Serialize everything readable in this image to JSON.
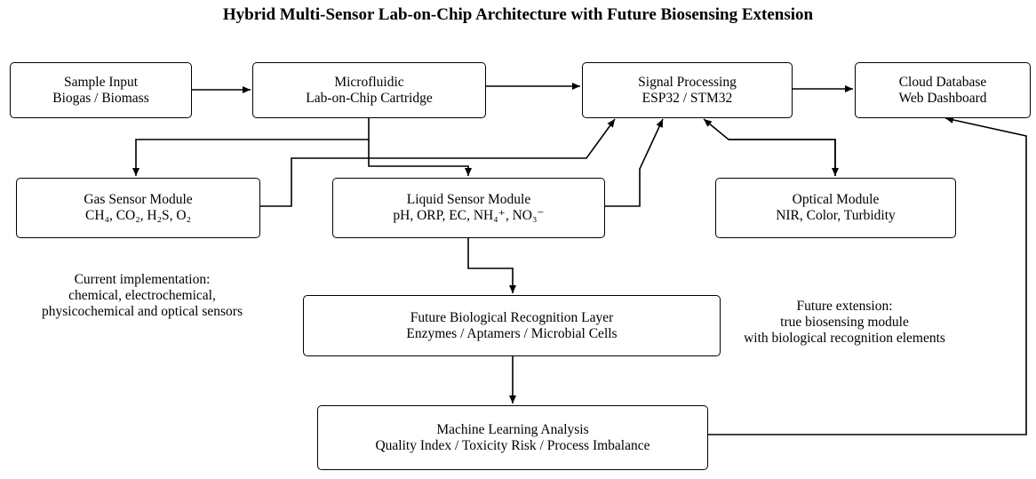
{
  "title": "Hybrid Multi-Sensor Lab-on-Chip Architecture with Future Biosensing Extension",
  "nodes": {
    "sample_input": {
      "line1": "Sample Input",
      "line2": "Biogas / Biomass"
    },
    "microfluidic": {
      "line1": "Microfluidic",
      "line2": "Lab-on-Chip Cartridge"
    },
    "signal_processing": {
      "line1": "Signal Processing",
      "line2": "ESP32 / STM32"
    },
    "cloud": {
      "line1": "Cloud Database",
      "line2": "Web Dashboard"
    },
    "gas_sensor": {
      "line1": "Gas Sensor Module",
      "line2": "CH₄, CO₂, H₂S, O₂"
    },
    "liquid_sensor": {
      "line1": "Liquid Sensor Module",
      "line2": "pH, ORP, EC, NH₄⁺, NO₃⁻"
    },
    "optical": {
      "line1": "Optical Module",
      "line2": "NIR, Color, Turbidity"
    },
    "bio_layer": {
      "line1": "Future Biological Recognition Layer",
      "line2": "Enzymes / Aptamers / Microbial Cells"
    },
    "ml_analysis": {
      "line1": "Machine Learning Analysis",
      "line2": "Quality Index / Toxicity Risk / Process Imbalance"
    }
  },
  "notes": {
    "current": [
      "Current implementation:",
      "chemical, electrochemical,",
      "physicochemical and optical sensors"
    ],
    "future": [
      "Future extension:",
      "true biosensing module",
      "with biological recognition elements"
    ]
  }
}
